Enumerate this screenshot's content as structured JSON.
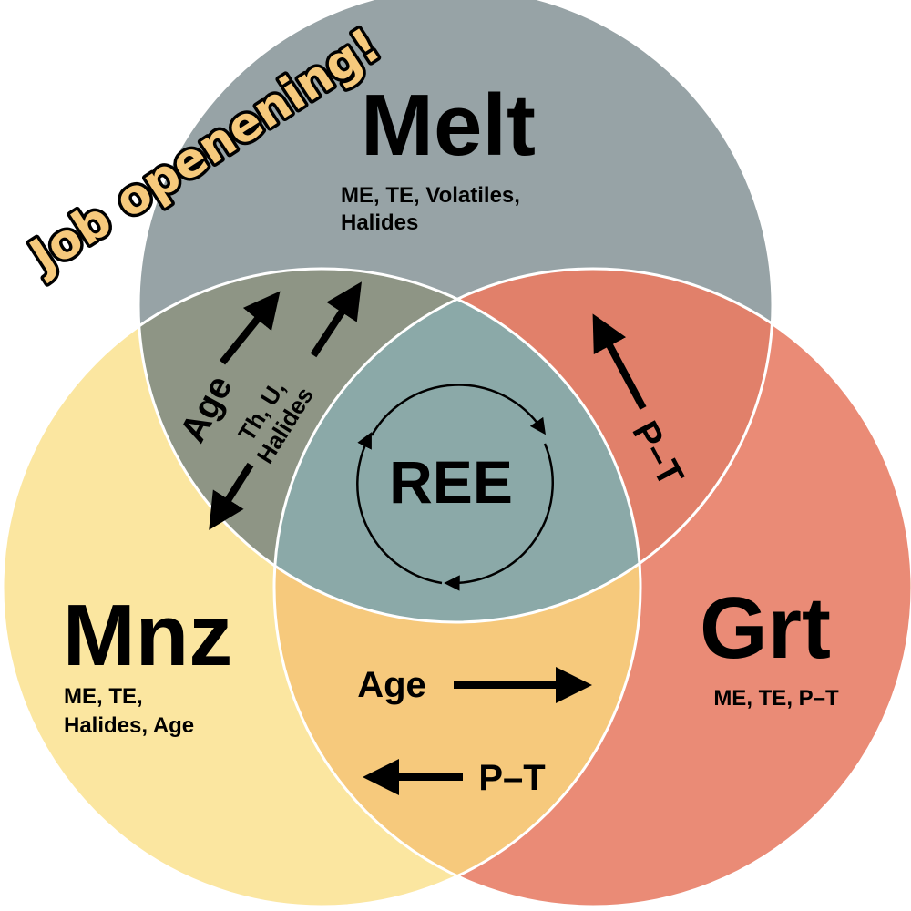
{
  "banner": {
    "text": "Job openening!"
  },
  "circles": {
    "melt": {
      "title": "Melt",
      "line1": "ME, TE, Volatiles,",
      "line2": "Halides",
      "color": "#97a3a6"
    },
    "mnz": {
      "title": "Mnz",
      "line1": "ME, TE,",
      "line2": "Halides, Age",
      "color": "#fbe6a0"
    },
    "grt": {
      "title": "Grt",
      "line1": "ME, TE, P–T",
      "color": "#ea8b76"
    }
  },
  "overlaps": {
    "melt_mnz": {
      "color": "#8e9585",
      "age": "Age",
      "line1": "Th, U,",
      "line2": "Halides"
    },
    "melt_grt": {
      "color": "#e1806a",
      "pt": "P–T"
    },
    "mnz_grt": {
      "color": "#f6c97c",
      "age": "Age",
      "pt": "P–T"
    },
    "center": {
      "color": "#8ba9a8",
      "label": "REE"
    }
  },
  "colors": {
    "banner_fill": "#f6c97c",
    "banner_stroke": "#000000",
    "outline": "#ffffff"
  }
}
